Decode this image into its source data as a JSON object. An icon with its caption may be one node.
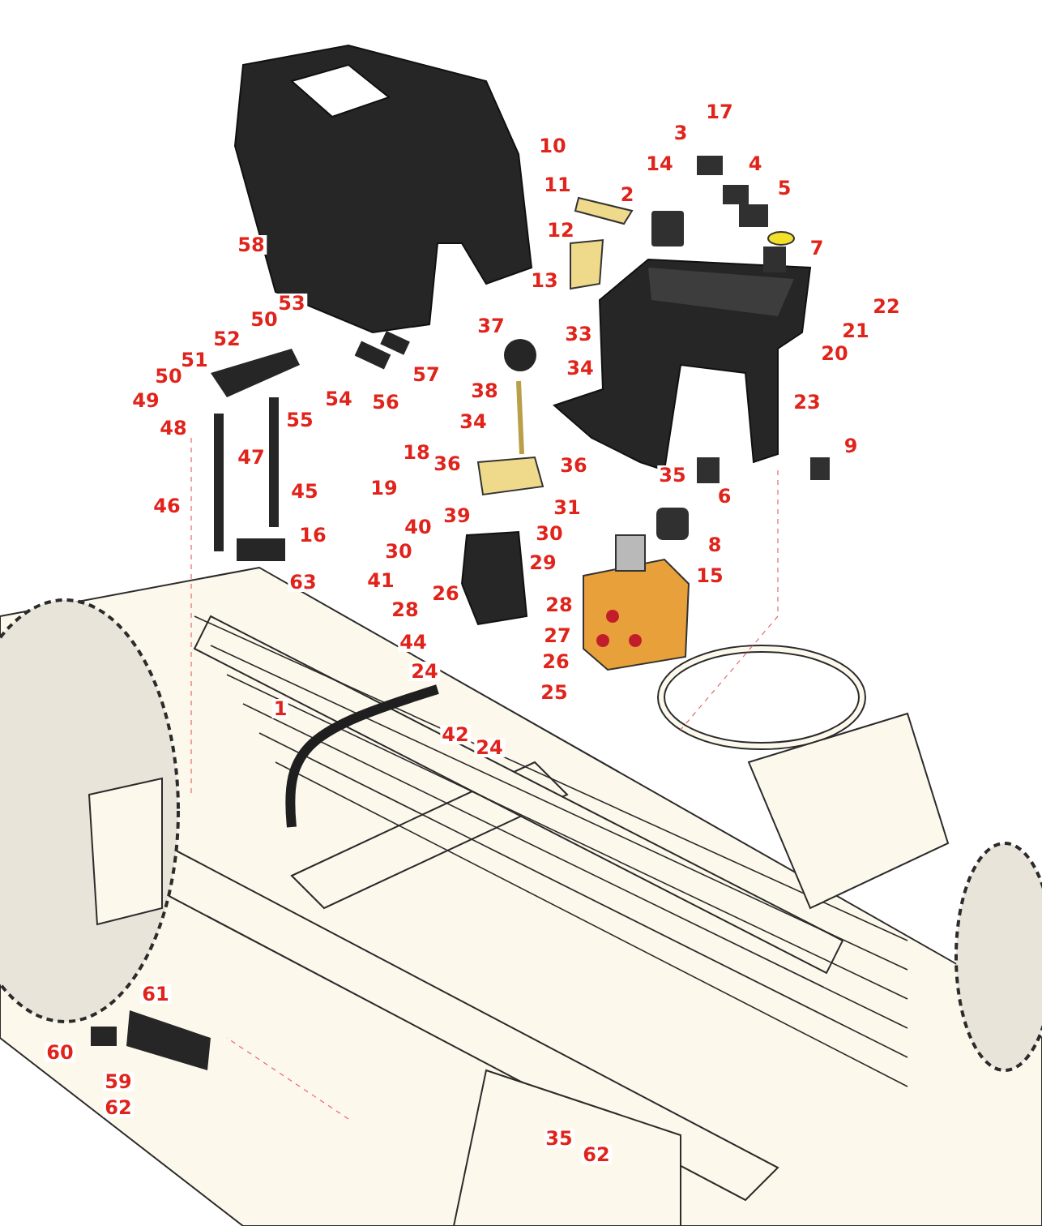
{
  "diagram": {
    "labels": [
      "17",
      "3",
      "10",
      "4",
      "14",
      "11",
      "5",
      "2",
      "12",
      "58",
      "7",
      "13",
      "22",
      "53",
      "50",
      "37",
      "21",
      "33",
      "51",
      "52",
      "20",
      "34",
      "57",
      "50",
      "49",
      "54",
      "56",
      "38",
      "23",
      "55",
      "34",
      "48",
      "9",
      "18",
      "36",
      "36",
      "47",
      "35",
      "19",
      "45",
      "6",
      "46",
      "31",
      "39",
      "40",
      "30",
      "16",
      "8",
      "30",
      "29",
      "15",
      "41",
      "26",
      "28",
      "28",
      "63",
      "27",
      "44",
      "26",
      "24",
      "25",
      "1",
      "42",
      "24",
      "61",
      "60",
      "59",
      "62",
      "35",
      "62"
    ]
  }
}
